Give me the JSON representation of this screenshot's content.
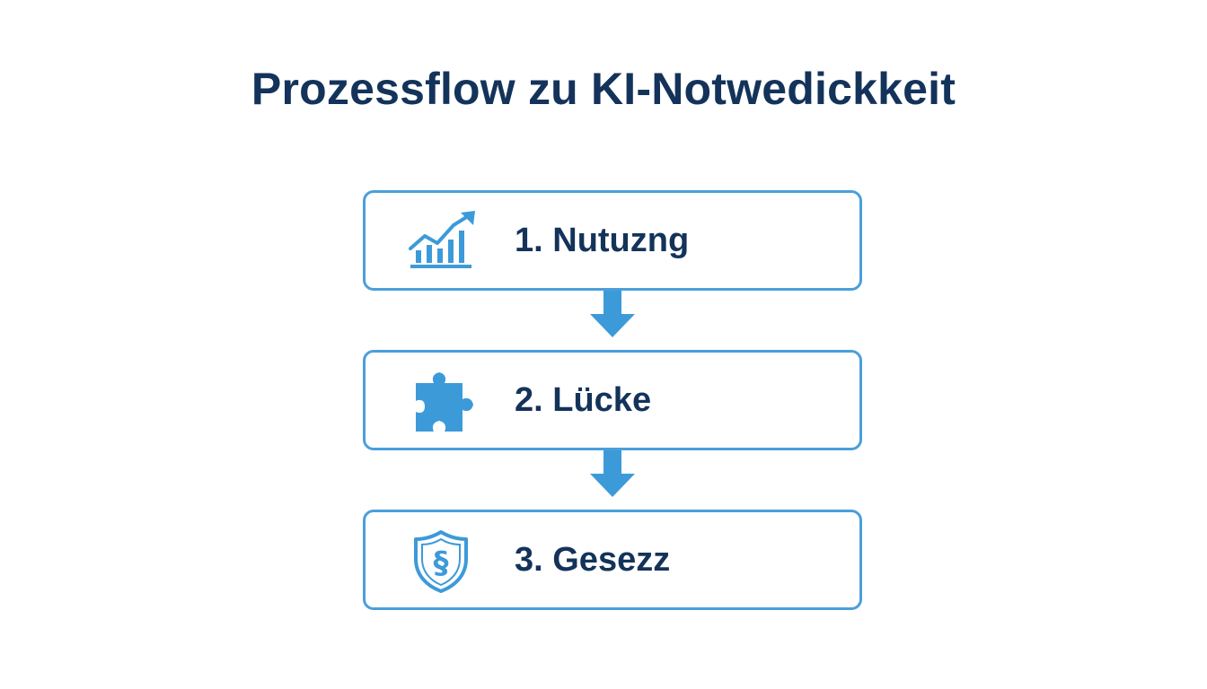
{
  "title": "Prozessflow zu KI-Notwedickkeit",
  "steps": [
    {
      "label": "1. Nutuzng",
      "icon": "growth-chart-icon"
    },
    {
      "label": "2. Lücke",
      "icon": "puzzle-piece-icon"
    },
    {
      "label": "3. Gesezz",
      "icon": "shield-paragraph-icon"
    }
  ],
  "colors": {
    "title": "#14335a",
    "accent": "#3d9ad9",
    "border": "#4a9fdb"
  }
}
